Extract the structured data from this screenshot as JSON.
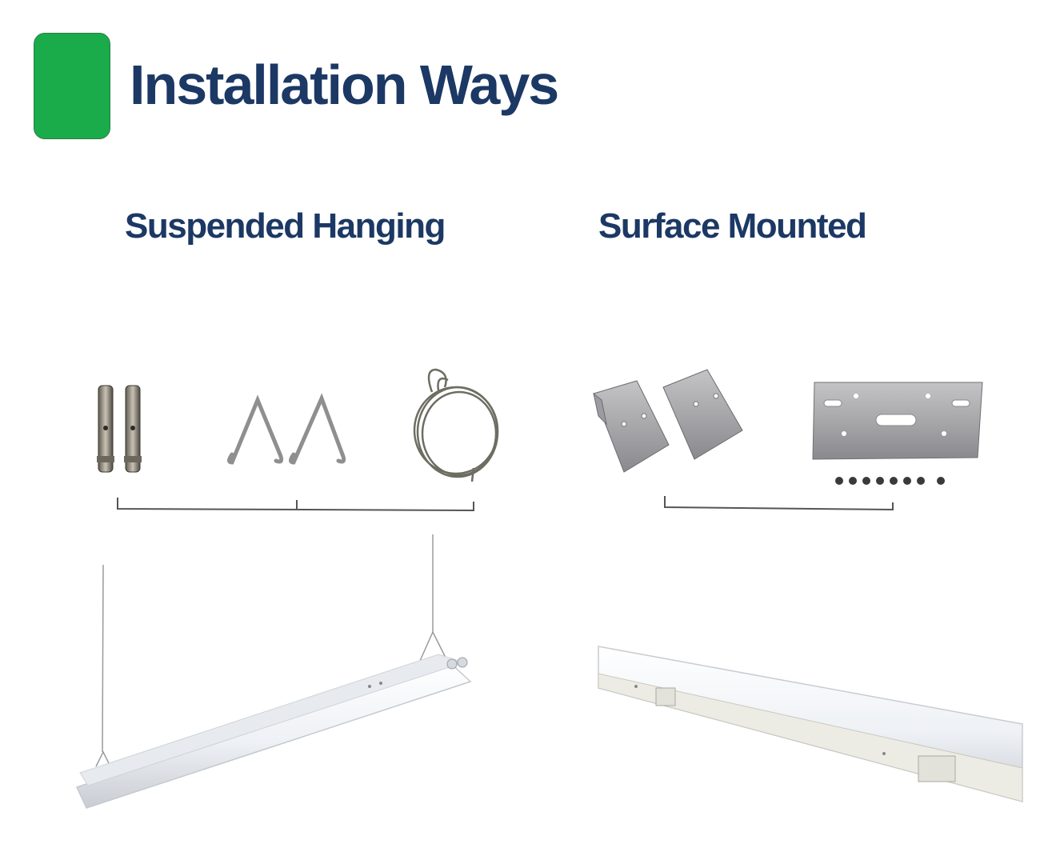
{
  "title": "Installation Ways",
  "colors": {
    "accent": "#1aab4b",
    "heading": "#1c3864"
  },
  "sections": [
    {
      "label": "Suspended Hanging",
      "accessories": [
        "threaded-rod-icon",
        "v-hook-icon",
        "coiled-wire-icon"
      ],
      "fixture": "suspended-led-batten-image"
    },
    {
      "label": "Surface Mounted",
      "accessories": [
        "mounting-clip-icon",
        "mounting-plate-icon",
        "screw-set-icon"
      ],
      "fixture": "surface-led-batten-image"
    }
  ]
}
